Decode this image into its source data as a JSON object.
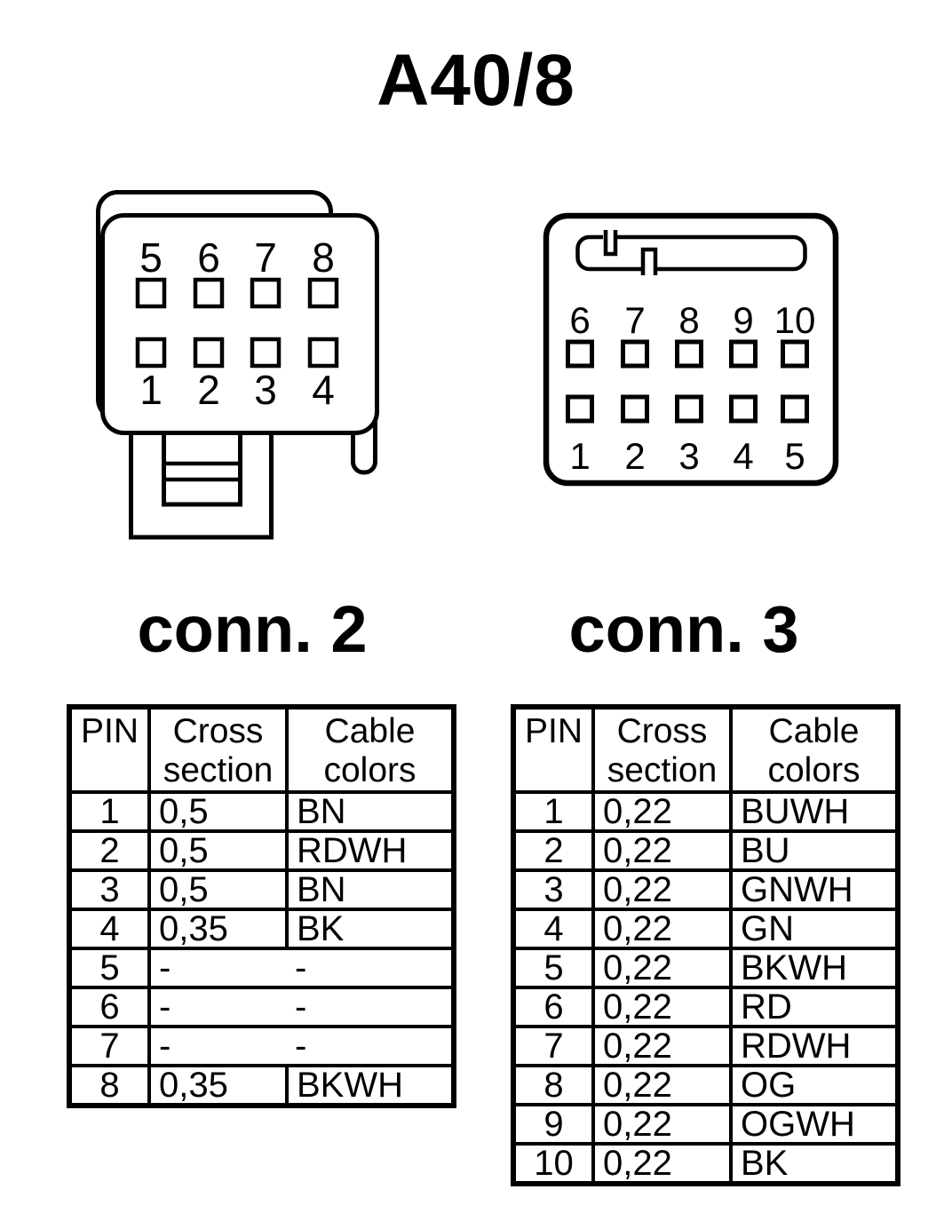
{
  "title": "A40/8",
  "connectors": {
    "left": {
      "label": "conn. 2",
      "pins_top": [
        "5",
        "6",
        "7",
        "8"
      ],
      "pins_bottom": [
        "1",
        "2",
        "3",
        "4"
      ]
    },
    "right": {
      "label": "conn. 3",
      "pins_top": [
        "6",
        "7",
        "8",
        "9",
        "10"
      ],
      "pins_bottom": [
        "1",
        "2",
        "3",
        "4",
        "5"
      ]
    }
  },
  "tables": {
    "conn2": {
      "headers": [
        "PIN",
        "Cross section",
        "Cable colors"
      ],
      "rows": [
        [
          "1",
          "0,5",
          "BN"
        ],
        [
          "2",
          "0,5",
          "RDWH"
        ],
        [
          "3",
          "0,5",
          "BN"
        ],
        [
          "4",
          "0,35",
          "BK"
        ],
        [
          "5",
          "-",
          "-"
        ],
        [
          "6",
          "-",
          "-"
        ],
        [
          "7",
          "-",
          "-"
        ],
        [
          "8",
          "0,35",
          "BKWH"
        ]
      ]
    },
    "conn3": {
      "headers": [
        "PIN",
        "Cross section",
        "Cable colors"
      ],
      "rows": [
        [
          "1",
          "0,22",
          "BUWH"
        ],
        [
          "2",
          "0,22",
          "BU"
        ],
        [
          "3",
          "0,22",
          "GNWH"
        ],
        [
          "4",
          "0,22",
          "GN"
        ],
        [
          "5",
          "0,22",
          "BKWH"
        ],
        [
          "6",
          "0,22",
          "RD"
        ],
        [
          "7",
          "0,22",
          "RDWH"
        ],
        [
          "8",
          "0,22",
          "OG"
        ],
        [
          "9",
          "0,22",
          "OGWH"
        ],
        [
          "10",
          "0,22",
          "BK"
        ]
      ]
    }
  },
  "colors": {
    "ink": "#000000",
    "background": "#ffffff"
  }
}
